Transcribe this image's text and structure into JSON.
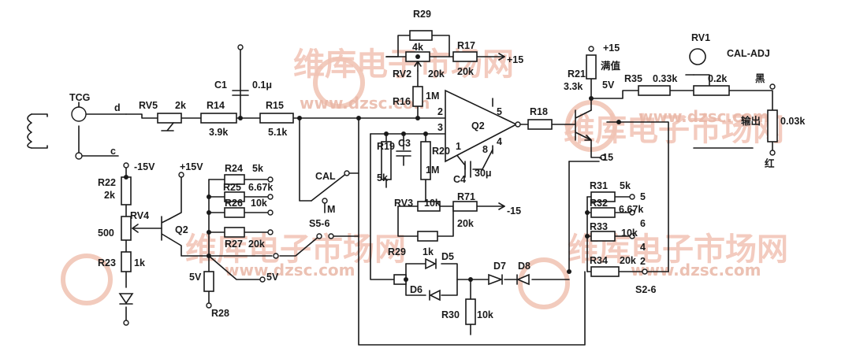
{
  "watermark": {
    "text": "维库电子市场网",
    "url": "www.dzsc.com"
  },
  "labels": {
    "tcg": "TCG",
    "d": "d",
    "c": "c",
    "rv5": "RV5",
    "rv5_val": "2k",
    "r14": "R14",
    "r14_val": "3.9k",
    "r15": "R15",
    "r15_val": "5.1k",
    "c1": "C1",
    "c1_val": "0.1μ",
    "r29_top": "R29",
    "rv2_val": "4k",
    "rv2": "RV2",
    "rv2_val2": "20k",
    "r17": "R17",
    "r17_val": "20k",
    "plus15_top": "+15",
    "r16": "R16",
    "r16_val": "1M",
    "r19": "R19",
    "r19_val": "5k",
    "c3": "C3",
    "r20": "R20",
    "r20_val": "1M",
    "pin2": "2",
    "pin3": "3",
    "pin1": "1",
    "pin5": "5",
    "pin4": "4",
    "pin8": "8",
    "q2_amp": "Q2",
    "c4": "C4",
    "c4_val": "30μ",
    "rv3": "RV3",
    "rv3_val": "10k",
    "r71": "R71",
    "r71_val": "20k",
    "minus15_mid": "-15",
    "r18": "R18",
    "r21": "R21",
    "r21_val": "3.3k",
    "plus15_r21": "+15",
    "manzhi": "满值",
    "v5": "5V",
    "minus15_tr": "-15",
    "rv1": "RV1",
    "cal_adj": "CAL-ADJ",
    "r35": "R35",
    "r35_val": "0.33k",
    "r_02k": "0.2k",
    "hei": "黑",
    "shuchu": "输出",
    "r_003k": "0.03k",
    "hong": "红",
    "minus15v": "-15V",
    "plus15v": "+15V",
    "r22": "R22",
    "r22_val": "2k",
    "rv4": "RV4",
    "rv4_val": "500",
    "r23": "R23",
    "r23_val": "1k",
    "q2_tr": "Q2",
    "r24": "R24",
    "r24_val": "5k",
    "r25": "R25",
    "r25_val": "6.67k",
    "r26": "R26",
    "r26_val": "10k",
    "r27": "R27",
    "r27_val": "20k",
    "r28": "R28",
    "v5_a": "5V",
    "v5_b": "5V",
    "cal": "CAL",
    "m": "M",
    "s56": "S5-6",
    "r29_bot": "R29",
    "r29_bot_val": "1k",
    "d5": "D5",
    "d6": "D6",
    "d7": "D7",
    "d8": "D8",
    "r30": "R30",
    "r30_val": "10k",
    "r31": "R31",
    "r31_val": "5k",
    "r32": "R32",
    "r32_val": "6.67k",
    "r33": "R33",
    "r33_val": "10k",
    "r34": "R34",
    "r34_val": "20k",
    "p5": "5",
    "p6": "6",
    "p4": "4",
    "p2": "2",
    "s26": "S2-6"
  }
}
